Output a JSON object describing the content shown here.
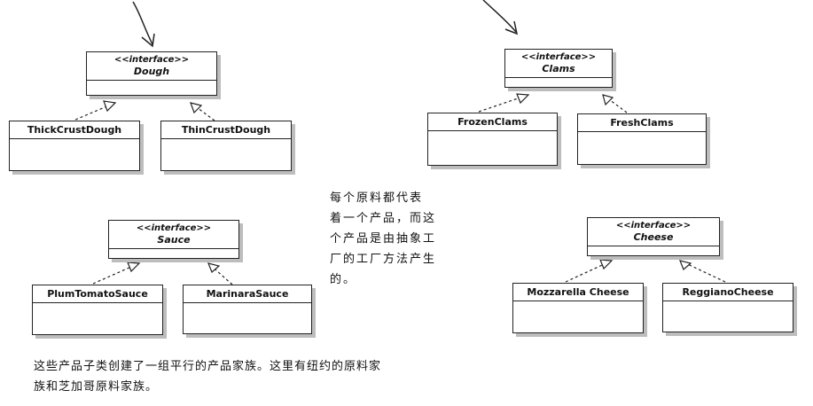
{
  "stereotype": "<<interface>>",
  "families": {
    "dough": {
      "interface": "Dough",
      "impl_left": "ThickCrustDough",
      "impl_right": "ThinCrustDough"
    },
    "clams": {
      "interface": "Clams",
      "impl_left": "FrozenClams",
      "impl_right": "FreshClams"
    },
    "sauce": {
      "interface": "Sauce",
      "impl_left": "PlumTomatoSauce",
      "impl_right": "MarinaraSauce"
    },
    "cheese": {
      "interface": "Cheese",
      "impl_left": "Mozzarella Cheese",
      "impl_right": "ReggianoCheese"
    }
  },
  "notes": {
    "side": [
      "每个原料都代表",
      "着一个产品，而这",
      "个产品是由抽象工",
      "厂的工厂方法产生",
      "的。"
    ],
    "bottom": [
      "这些产品子类创建了一组平行的产品家族。这里有纽约的原料家",
      "族和芝加哥原料家族。"
    ]
  }
}
